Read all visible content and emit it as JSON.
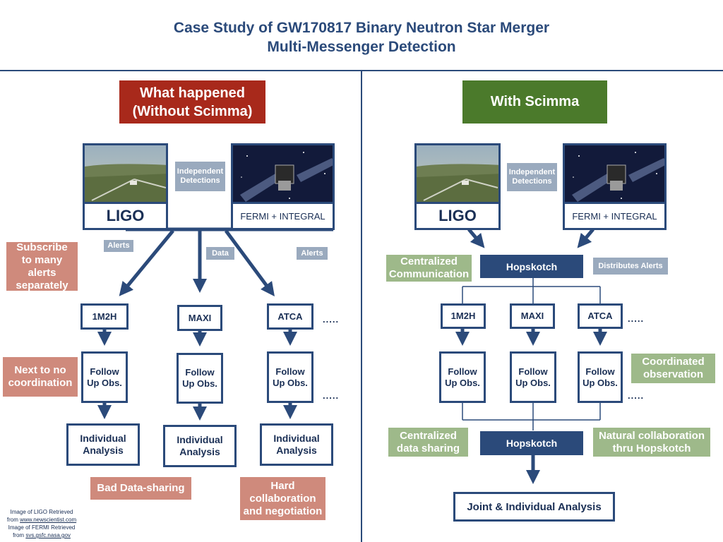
{
  "title": {
    "line1": "Case Study of GW170817 Binary Neutron Star Merger",
    "line2": "Multi-Messenger Detection"
  },
  "left": {
    "header_line1": "What happened",
    "header_line2": "(Without Scimma)",
    "ligo": "LIGO",
    "fermi": "FERMI + INTEGRAL",
    "independent": "Independent Detections",
    "alerts1": "Alerts",
    "data": "Data",
    "alerts2": "Alerts",
    "subscribe": "Subscribe to many alerts separately",
    "obs": [
      "1M2H",
      "MAXI",
      "ATCA"
    ],
    "follow": [
      "Follow Up Obs.",
      "Follow Up Obs.",
      "Follow Up Obs."
    ],
    "analysis": [
      "Individual Analysis",
      "Individual Analysis",
      "Individual Analysis"
    ],
    "dots1": ".....",
    "dots2": ".....",
    "next_to_no": "Next to no coordination",
    "bad_data": "Bad Data-sharing",
    "hard": "Hard collaboration and negotiation",
    "credit1": "Image of LIGO Retrieved",
    "credit2": "from",
    "credit2_link": "www.newscientist.com",
    "credit3": "Image of FERMI Retrieved",
    "credit4": "from",
    "credit4_link": "svs.gsfc.nasa.gov"
  },
  "right": {
    "header": "With Scimma",
    "ligo": "LIGO",
    "fermi": "FERMI + INTEGRAL",
    "independent": "Independent Detections",
    "hopskotch1": "Hopskotch",
    "centralized_comm": "Centralized Communication",
    "distributes": "Distributes Alerts",
    "obs": [
      "1M2H",
      "MAXI",
      "ATCA"
    ],
    "follow": [
      "Follow Up Obs.",
      "Follow Up Obs.",
      "Follow Up Obs."
    ],
    "dots1": ".....",
    "dots2": ".....",
    "coordinated": "Coordinated observation",
    "hopskotch2": "Hopskotch",
    "centralized_data": "Centralized data sharing",
    "natural": "Natural collaboration thru Hopskotch",
    "joint": "Joint & Individual Analysis"
  },
  "colors": {
    "navy": "#2b4a7a",
    "red_header": "#a8291b",
    "green_header": "#4b7a2b",
    "grey_tag": "#9aaabe",
    "red_tag": "#cf8a7c",
    "green_tag": "#9eb98a"
  }
}
